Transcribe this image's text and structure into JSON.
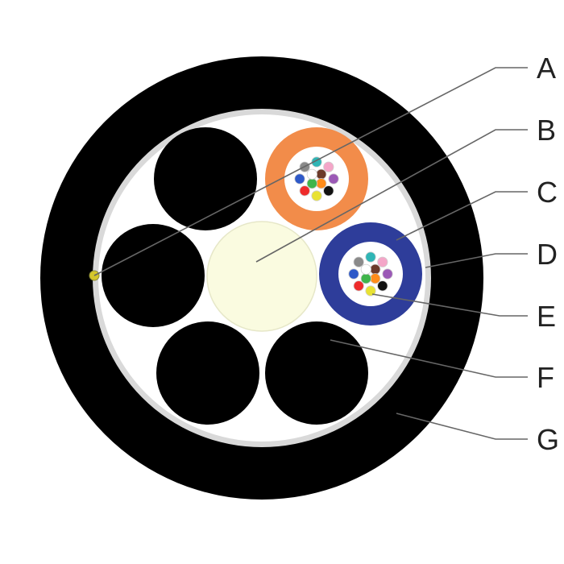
{
  "labels": {
    "a": "A",
    "b": "B",
    "c": "C",
    "d": "D",
    "e": "E",
    "f": "F",
    "g": "G"
  },
  "colors": {
    "jacket": "#000000",
    "inner_ring": "#d9d9d9",
    "core_fill": "#ffffff",
    "filler": "#000000",
    "central_member": "#fafbe0",
    "tube_orange": "#f28c4a",
    "tube_blue": "#2e3d9a",
    "leader": "#666666",
    "label_text": "#222222"
  },
  "fiber_colors": [
    "#2fb5b5",
    "#f4a6c8",
    "#9b59b6",
    "#111111",
    "#e8e234",
    "#ee2b2b",
    "#2e59c8",
    "#8a8a8a",
    "#6b3a2a",
    "#ff8c1a",
    "#3fb54b",
    "#ffffff"
  ]
}
